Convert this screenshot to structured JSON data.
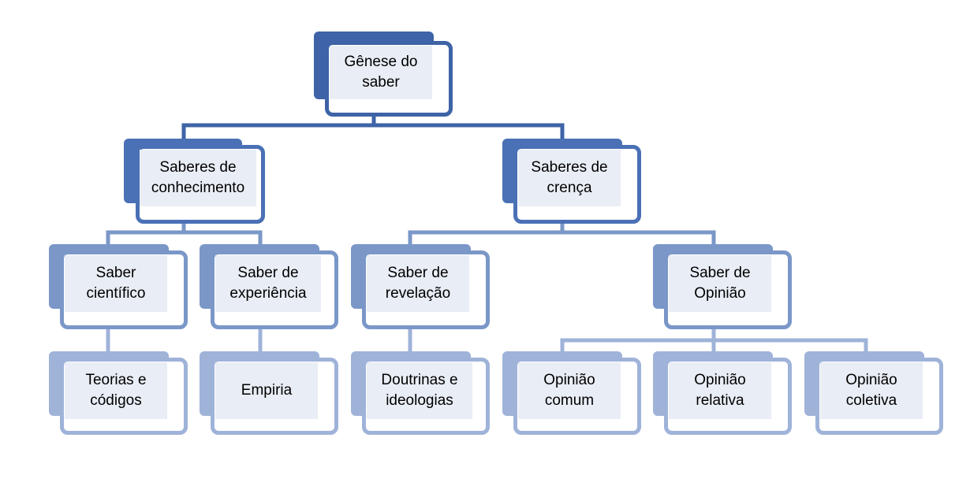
{
  "colors": {
    "level_0": "#3e63a6",
    "level_1": "#4a70b5",
    "level_2": "#7a97c8",
    "level_3": "#9fb3d9",
    "box_fill": "#e9edf5"
  },
  "diagram": {
    "root": "Gênese do\nsaber",
    "conhecimento": "Saberes de\nconhecimento",
    "crenca": "Saberes de\ncrença",
    "cientifico": "Saber\ncientífico",
    "experiencia": "Saber de\nexperiência",
    "revelacao": "Saber de\nrevelação",
    "opiniao": "Saber de\nOpinião",
    "teorias": "Teorias e\ncódigos",
    "empiria": "Empiria",
    "doutrinas": "Doutrinas e\nideologias",
    "opiniao_comum": "Opinião\ncomum",
    "opiniao_relativa": "Opinião\nrelativa",
    "opiniao_coletiva": "Opinião\ncoletiva"
  }
}
